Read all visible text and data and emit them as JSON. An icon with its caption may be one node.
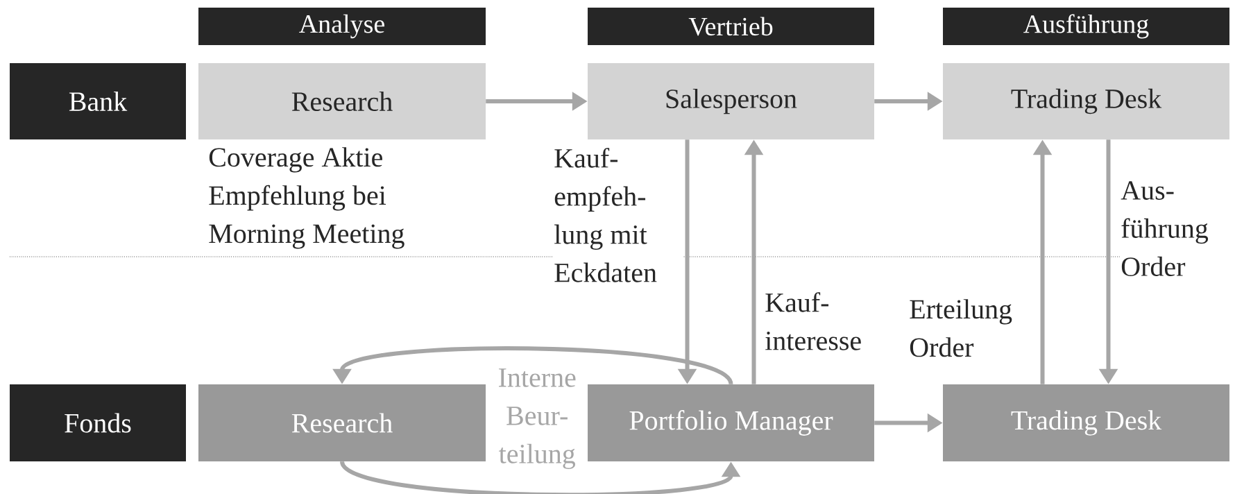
{
  "diagram": {
    "nodes": [
      {
        "text": [
          "Analyse"
        ]
      },
      {
        "text": [
          "Vertrieb"
        ]
      },
      {
        "text": [
          "Ausführung"
        ]
      },
      {
        "text": [
          "Bank"
        ]
      },
      {
        "text": [
          "Research"
        ],
        "beside": [
          "Coverage Aktie Empfehlung bei Morning Meeting"
        ]
      },
      {
        "text": [
          "Salesperson"
        ]
      },
      {
        "text": [
          "Trading Desk"
        ]
      },
      {
        "text": [
          "Fonds"
        ]
      },
      {
        "text": [
          "Research"
        ]
      },
      {
        "text": [
          "Portfolio Manager"
        ]
      },
      {
        "text": [
          "Trading Desk"
        ]
      }
    ],
    "edges": [
      {
        "from": 4,
        "to": 5,
        "arrow": "to"
      },
      {
        "from": 5,
        "to": 6,
        "arrow": "to"
      },
      {
        "from": 5,
        "to": 9,
        "arrow": "to",
        "label": "Kauf- empfeh- lung mit Eckdaten"
      },
      {
        "from": 9,
        "to": 5,
        "arrow": "to",
        "label": "Kauf- interesse"
      },
      {
        "from": 9,
        "to": 10,
        "arrow": "to"
      },
      {
        "from": 10,
        "to": 6,
        "arrow": "to",
        "label": "Erteilung Order"
      },
      {
        "from": 6,
        "to": 10,
        "arrow": "to",
        "label": "Aus- führung Order"
      },
      {
        "from": 9,
        "to": 8,
        "arrow": "to",
        "label": "Interne Beur- teilung"
      },
      {
        "from": 8,
        "to": 9,
        "arrow": "to"
      }
    ]
  }
}
